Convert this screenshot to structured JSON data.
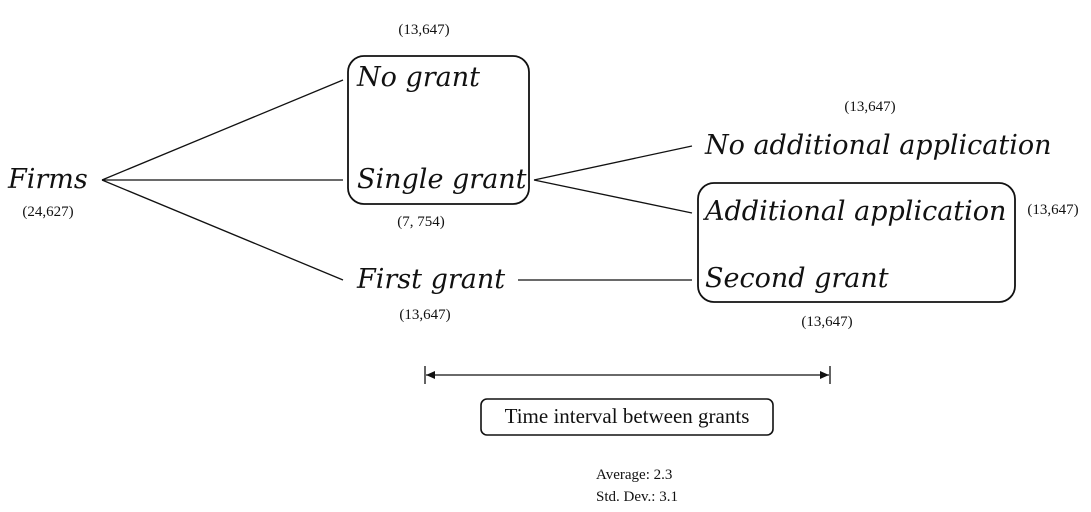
{
  "nodes": {
    "firms": {
      "label": "Firms",
      "count": "(24,627)"
    },
    "no_grant": {
      "label": "No grant",
      "count": "(13,647)"
    },
    "single_grant": {
      "label": "Single grant",
      "count": "(7, 754)"
    },
    "first_grant": {
      "label": "First grant",
      "count": "(13,647)"
    },
    "no_additional_application": {
      "label": "No additional application",
      "count": "(13,647)"
    },
    "additional_application": {
      "label": "Additional application",
      "count": "(13,647)"
    },
    "second_grant": {
      "label": "Second grant",
      "count": "(13,647)"
    }
  },
  "time_interval": {
    "label": "Time interval between grants",
    "average": "Average: 2.3",
    "std_dev": "Std. Dev.: 3.1"
  }
}
